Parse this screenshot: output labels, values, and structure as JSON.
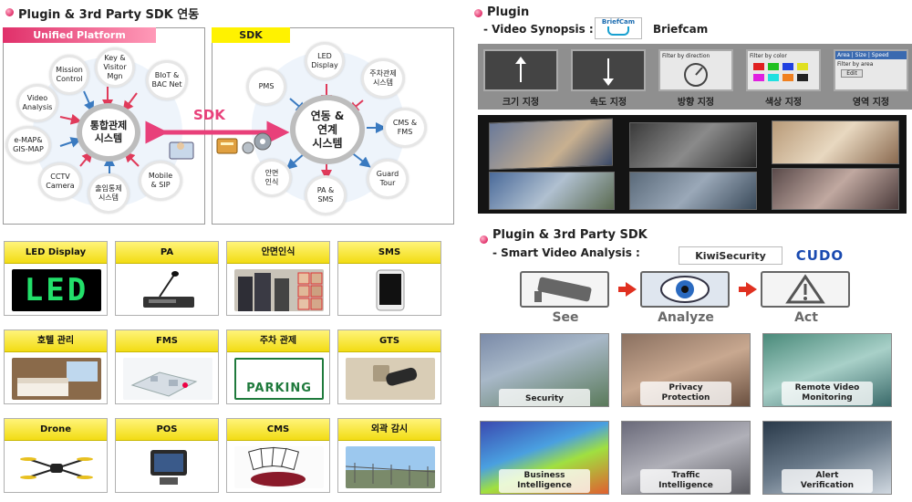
{
  "left": {
    "heading": "Plugin  &  3rd Party SDK 연동",
    "unified": {
      "tag": "Unified Platform",
      "hub": "통합관제\n시스템",
      "nodes": [
        "Key &\nVisitor\nMgn",
        "Mission\nControl",
        "BIoT &\nBAC Net",
        "Video\nAnalysis",
        "e-MAP&\nGIS-MAP",
        "CCTV\nCamera",
        "출입통제\n시스템",
        "Mobile\n& SIP"
      ]
    },
    "sdk": {
      "tag": "SDK",
      "arrow_label": "SDK",
      "hub": "연동 &\n연계\n시스템",
      "nodes": [
        "LED\nDisplay",
        "주차관제\n시스템",
        "PMS",
        "CMS &\nFMS",
        "안면\n인식",
        "PA &\nSMS",
        "Guard\nTour"
      ]
    },
    "cards": [
      {
        "title": "LED Display",
        "text": "LED"
      },
      {
        "title": "PA"
      },
      {
        "title": "안면인식"
      },
      {
        "title": "SMS"
      },
      {
        "title": "호텔 관리"
      },
      {
        "title": "FMS"
      },
      {
        "title": "주차 관제",
        "text": "PARKING"
      },
      {
        "title": "GTS"
      },
      {
        "title": "Drone"
      },
      {
        "title": "POS"
      },
      {
        "title": "CMS"
      },
      {
        "title": "외곽 감시"
      }
    ]
  },
  "right": {
    "plugin_heading": "Plugin",
    "video_synopsis": "- Video Synopsis :",
    "briefcam_logo": "BriefCam",
    "briefcam": "Briefcam",
    "filters": [
      "크기 지정",
      "속도 지정",
      "방향 지정",
      "색상 지정",
      "영역 지정"
    ],
    "filter_ui": {
      "direction": "Filter by direction",
      "color": "Filter by color",
      "area": "Filter by area",
      "area_tabs": "Area | Size | Speed",
      "edit": "Edit"
    },
    "sdk_heading": "Plugin  & 3rd Party SDK",
    "sva": "- Smart Video Analysis :",
    "kiwi": "KiwiSecurity",
    "cudo": "CUDO",
    "flow": [
      "See",
      "Analyze",
      "Act"
    ],
    "tiles": [
      "Security",
      "Privacy\nProtection",
      "Remote Video\nMonitoring",
      "Business\nIntelligence",
      "Traffic\nIntelligence",
      "Alert\nVerification"
    ]
  }
}
